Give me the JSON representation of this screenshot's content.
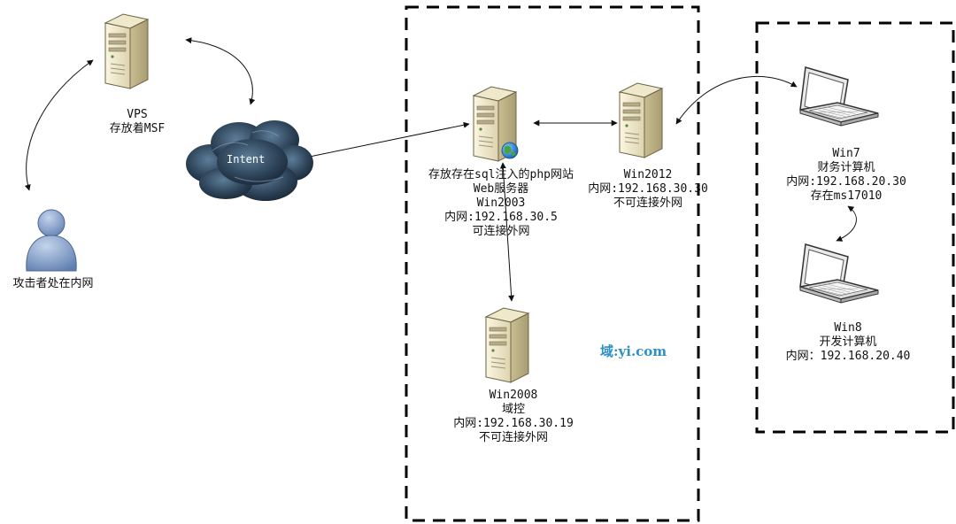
{
  "colors": {
    "dashed_border": "#000000",
    "connector": "#111111",
    "server_body": "#f1ead0",
    "cloud": "#2c4257",
    "person": "#7f9cc6",
    "domain_text": "#2f8fc4"
  },
  "nodes": {
    "vps": {
      "icon": "server-icon",
      "lines": [
        "VPS",
        "存放着MSF"
      ]
    },
    "cloud": {
      "icon": "cloud-icon",
      "label": "Intent"
    },
    "attacker": {
      "icon": "user-icon",
      "lines": [
        "攻击者处在内网"
      ]
    },
    "web": {
      "icon": "server-icon",
      "lines": [
        "存放存在sql注入的php网站",
        "Web服务器",
        "Win2003",
        "内网:192.168.30.5",
        "可连接外网"
      ]
    },
    "win2012": {
      "icon": "server-icon",
      "lines": [
        "Win2012",
        "内网:192.168.30.30",
        "不可连接外网"
      ]
    },
    "win2008": {
      "icon": "server-icon",
      "lines": [
        "Win2008",
        "域控",
        "内网:192.168.30.19",
        "不可连接外网"
      ]
    },
    "win7": {
      "icon": "laptop-icon",
      "lines": [
        "Win7",
        "财务计算机",
        "内网:192.168.20.30",
        "存在ms17010"
      ]
    },
    "win8": {
      "icon": "laptop-icon",
      "lines": [
        "Win8",
        "开发计算机",
        "内网：192.168.20.40"
      ]
    }
  },
  "domain_label": "域:yi.com"
}
